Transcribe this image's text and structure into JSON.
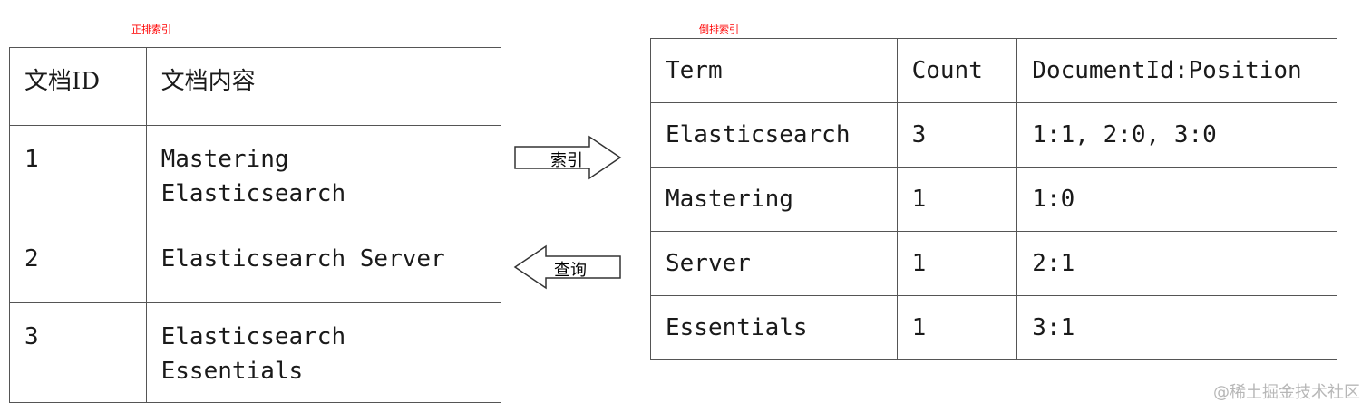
{
  "forward_index": {
    "caption": "正排索引",
    "headers": [
      "文档ID",
      "文档内容"
    ],
    "rows": [
      {
        "id": "1",
        "content": "Mastering\nElasticsearch"
      },
      {
        "id": "2",
        "content": "Elasticsearch Server"
      },
      {
        "id": "3",
        "content": "Elasticsearch\nEssentials"
      }
    ]
  },
  "inverted_index": {
    "caption": "倒排索引",
    "headers": [
      "Term",
      "Count",
      "DocumentId:Position"
    ],
    "rows": [
      {
        "term": "Elasticsearch",
        "count": "3",
        "positions": "1:1, 2:0, 3:0"
      },
      {
        "term": "Mastering",
        "count": "1",
        "positions": "1:0"
      },
      {
        "term": "Server",
        "count": "1",
        "positions": "2:1"
      },
      {
        "term": "Essentials",
        "count": "1",
        "positions": "3:1"
      }
    ]
  },
  "arrows": {
    "index_label": "索引",
    "query_label": "查询"
  },
  "watermark": "@稀土掘金技术社区",
  "colors": {
    "caption": "#ff0000",
    "border": "#555555",
    "watermark": "#b7b7b7"
  }
}
